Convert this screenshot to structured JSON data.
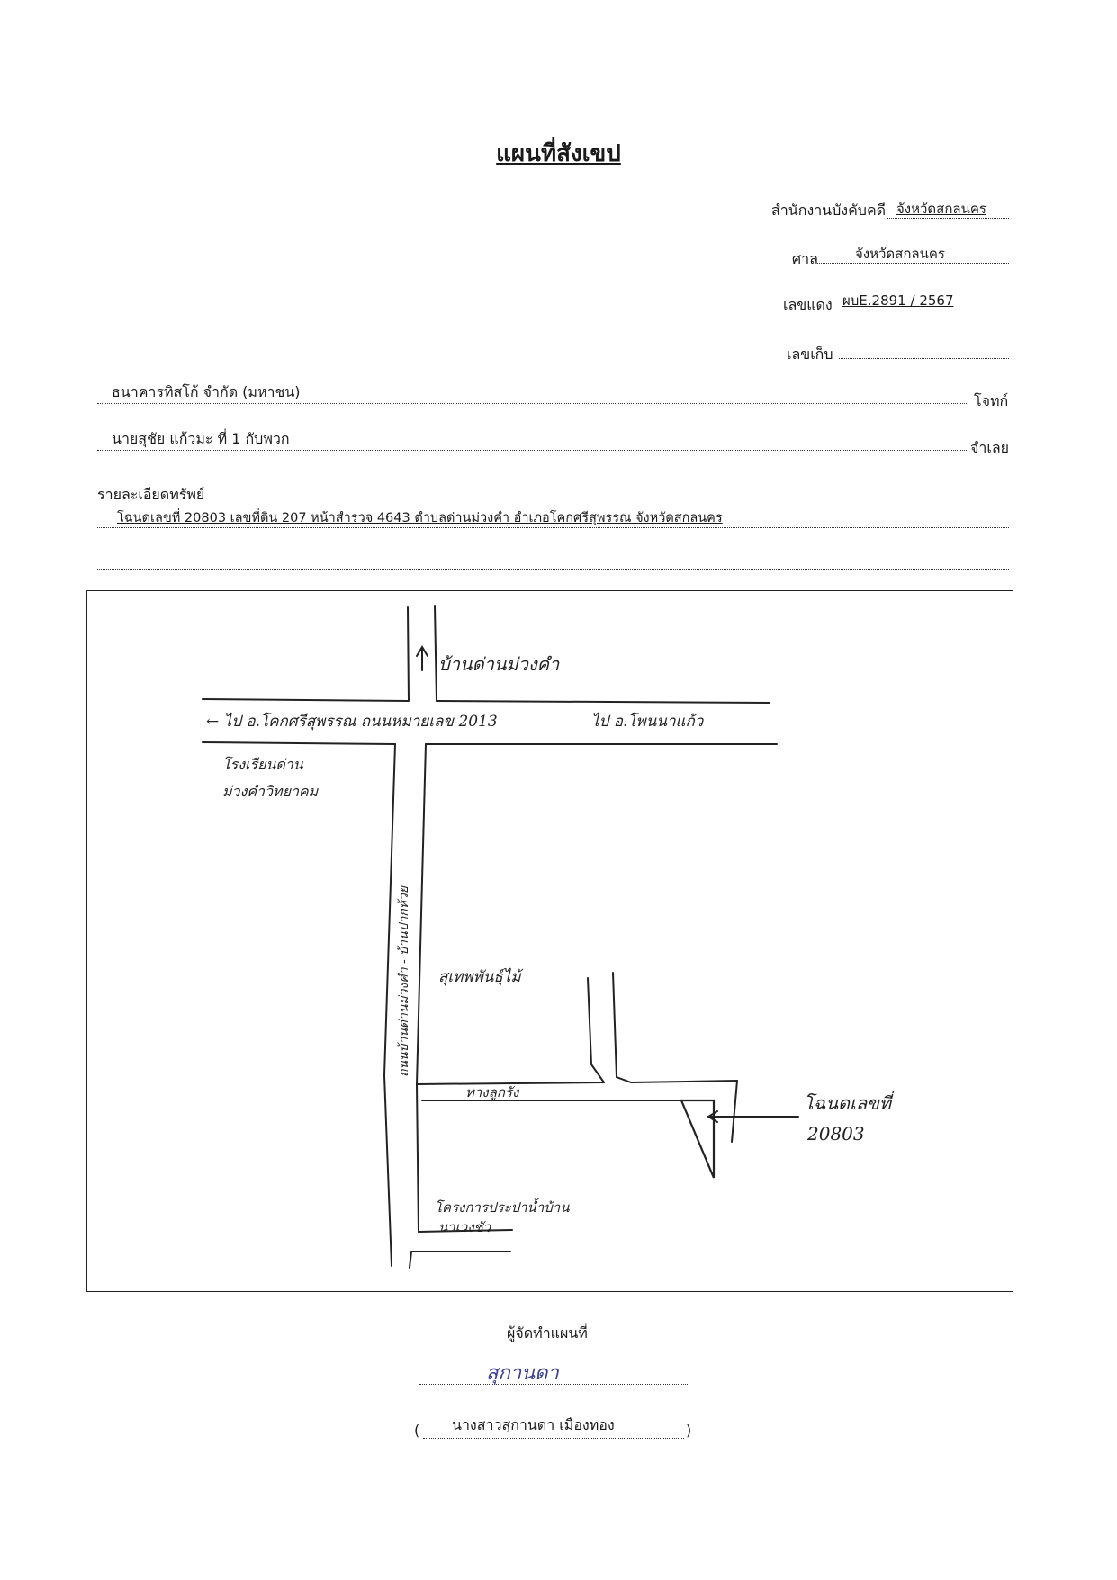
{
  "document": {
    "title": "แผนที่สังเขป",
    "office_label": "สำนักงานบังคับคดี",
    "office_value": "จังหวัดสกลนคร",
    "court_label": "ศาล",
    "court_value": "จังหวัดสกลนคร",
    "red_case_label": "เลขแดง",
    "red_case_value": "ผบE.2891  /  2567",
    "storage_label": "เลขเก็บ",
    "storage_value": "",
    "plaintiff_name": "ธนาคารทิสโก้ จำกัด (มหาชน)",
    "plaintiff_label": "โจทก์",
    "defendant_name": "นายสุชัย แก้วมะ ที่ 1 กับพวก",
    "defendant_label": "จำเลย",
    "property_heading": "รายละเอียดทรัพย์",
    "property_detail": "โฉนดเลขที่ 20803 เลขที่ดิน 207 หน้าสำรวจ 4643 ตำบลด่านม่วงคำ อำเภอโคกศรีสุพรรณ จังหวัดสกลนคร"
  },
  "map": {
    "label_north_village": "บ้านด่านม่วงคำ",
    "label_main_road_left": "← ไป อ.โคกศรีสุพรรณ ถนนหมายเลข 2013",
    "label_main_road_right": "ไป อ.โพนนาแก้ว",
    "label_school_line1": "โรงเรียนด่าน",
    "label_school_line2": "ม่วงคำวิทยาคม",
    "label_vertical_road": "ถนนบ้านด่านม่วงคำ - บ้านปากห้วย",
    "label_garden": "สุเทพพันธุ์ไม้",
    "label_lane": "ทางลูกรัง",
    "label_plot_line1": "โฉนดเลขที่",
    "label_plot_line2": "20803",
    "label_water_line1": "โครงการประปาน้ำบ้าน",
    "label_water_line2": "นาเวงชัว"
  },
  "footer": {
    "maker_label": "ผู้จัดทำแผนที่",
    "signature": "สุกานดา",
    "maker_name": "นางสาวสุกานดา เมืองทอง",
    "paren_open": "(",
    "paren_close": ")"
  },
  "colors": {
    "ink": "#1a1a1a",
    "signature_ink": "#3a3f8f"
  }
}
